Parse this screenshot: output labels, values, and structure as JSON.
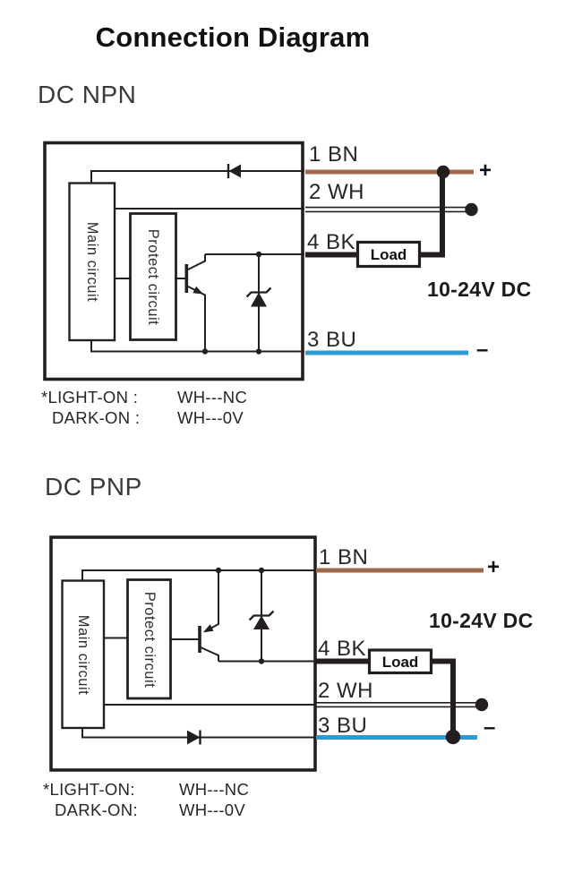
{
  "title": "Connection Diagram",
  "colors": {
    "ink": "#231F20",
    "brown_wire": "#9E6A4B",
    "blue_wire": "#2F99D3"
  },
  "npn": {
    "heading": "DC NPN",
    "main_circuit_label": "Main circuit",
    "protect_circuit_label": "Protect circuit",
    "wires": {
      "bn": "1 BN",
      "wh": "2 WH",
      "bk": "4 BK",
      "bu": "3 BU"
    },
    "load_label": "Load",
    "plus": "+",
    "minus": "–",
    "voltage": "10-24V DC",
    "notes": [
      {
        "label": "*LIGHT-ON :",
        "value": "WH---NC"
      },
      {
        "label": "DARK-ON :",
        "value": "WH---0V"
      }
    ]
  },
  "pnp": {
    "heading": "DC PNP",
    "main_circuit_label": "Main circuit",
    "protect_circuit_label": "Protect circuit",
    "wires": {
      "bn": "1 BN",
      "wh": "2 WH",
      "bk": "4 BK",
      "bu": "3 BU"
    },
    "load_label": "Load",
    "plus": "+",
    "minus": "–",
    "voltage": "10-24V DC",
    "notes": [
      {
        "label": "*LIGHT-ON:",
        "value": "WH---NC"
      },
      {
        "label": "DARK-ON:",
        "value": "WH---0V"
      }
    ]
  }
}
